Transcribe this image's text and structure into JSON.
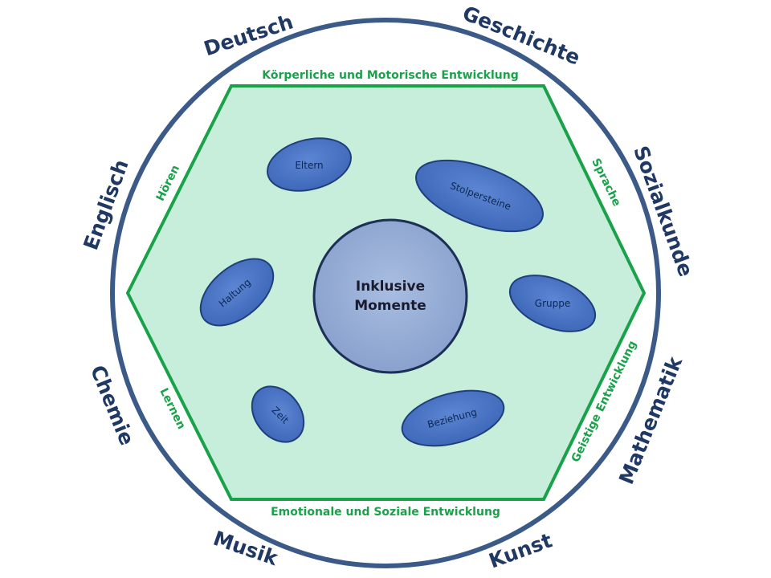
{
  "diagram": {
    "center": "Inklusive Momente",
    "center_lines": [
      "Inklusive",
      "Momente"
    ],
    "subjects": [
      "Deutsch",
      "Geschichte",
      "Sozialkunde",
      "Mathematik",
      "Kunst",
      "Musik",
      "Chemie",
      "Englisch"
    ],
    "development_areas": [
      "Körperliche und Motorische Entwicklung",
      "Emotionale und Soziale Entwicklung",
      "Geistige Entwicklung"
    ],
    "side_labels": [
      "Hören",
      "Sprache",
      "Lernen"
    ],
    "factors": [
      "Eltern",
      "Stolpersteine",
      "Haltung",
      "Gruppe",
      "Zeit",
      "Beziehung"
    ]
  },
  "colors": {
    "ring": "#3b5a88",
    "subject_text": "#1f3864",
    "hexagon_fill": "#c6eedb",
    "hexagon_stroke": "#1aa24a",
    "area_text": "#1aa24a",
    "bubble_fill": "#4a74c4",
    "bubble_stroke": "#1f3f7a",
    "center_fill": "#95add6",
    "center_stroke": "#1d2f55"
  }
}
